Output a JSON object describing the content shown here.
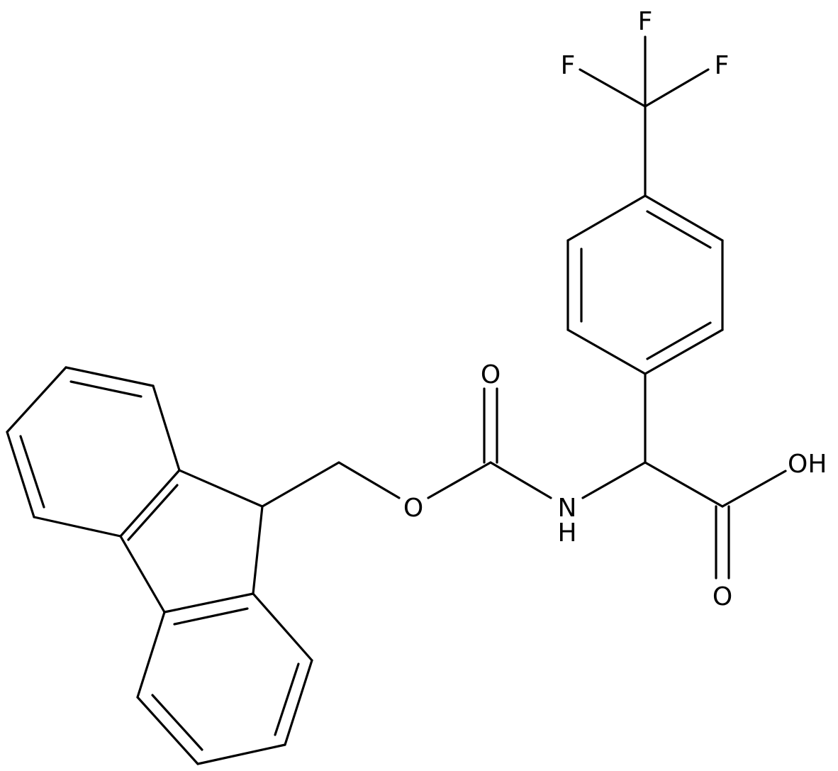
{
  "molecule": {
    "atoms": {
      "f_top": "F",
      "f_left": "F",
      "f_right": "F",
      "o_carbonyl_carbamate": "O",
      "o_ester": "O",
      "n_amide": "N",
      "h_amide": "H",
      "oh_acid": "OH",
      "o_carbonyl_acid": "O"
    }
  }
}
